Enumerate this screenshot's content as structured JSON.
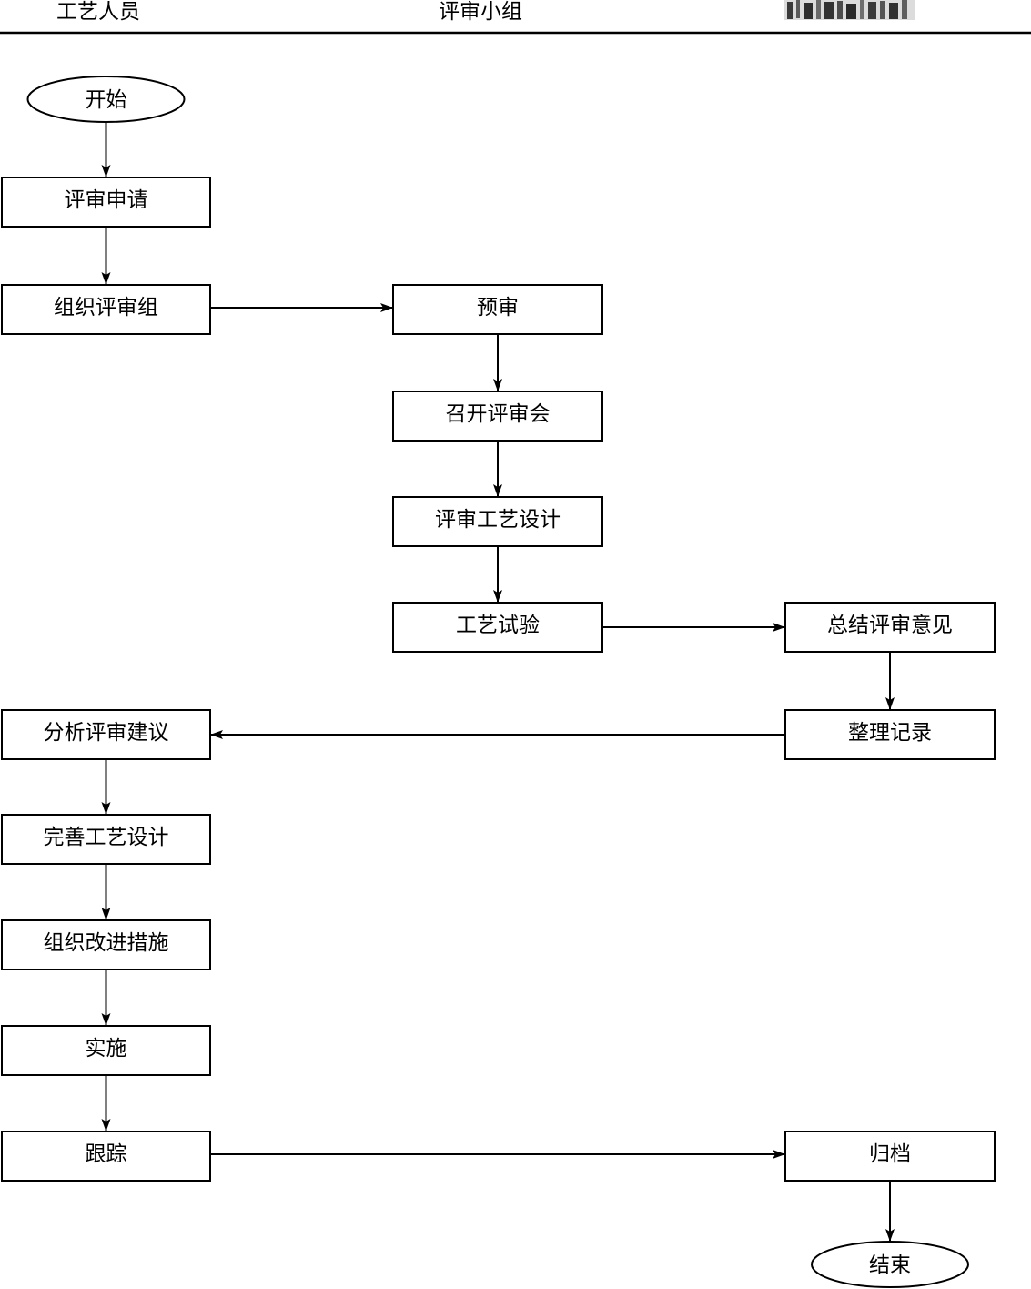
{
  "lanes": {
    "process_staff": "工艺人员",
    "review_team": "评审小组"
  },
  "nodes": {
    "start": "开始",
    "review_request": "评审申请",
    "organize_review_team": "组织评审组",
    "pre_review": "预审",
    "hold_review_meeting": "召开评审会",
    "review_process_design": "评审工艺设计",
    "process_test": "工艺试验",
    "summarize_opinions": "总结评审意见",
    "organize_records": "整理记录",
    "analyze_suggestions": "分析评审建议",
    "improve_process_design": "完善工艺设计",
    "organize_improvement": "组织改进措施",
    "implement": "实施",
    "track": "跟踪",
    "archive": "归档",
    "end": "结束"
  },
  "colors": {
    "stroke": "#000000",
    "background": "#ffffff"
  }
}
